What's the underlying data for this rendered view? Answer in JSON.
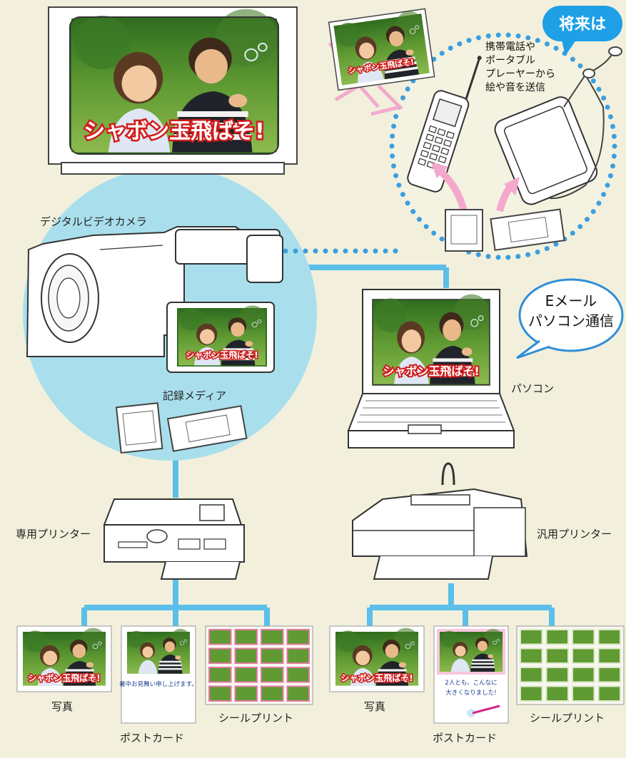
{
  "colors": {
    "background": "#f2f0dc",
    "connector": "#5bbfe9",
    "circle": "#a9dfec",
    "dots": "#3b9fe0",
    "future_bubble": "#1e9fe6",
    "caption_red": "#d01c1c"
  },
  "photo_caption": "シャボン玉飛ばそ!",
  "future": {
    "badge": "将来は",
    "note_lines": [
      "携帯電話や",
      "ポータブル",
      "プレーヤーから",
      "絵や音を送信"
    ]
  },
  "devices": {
    "camera_label": "デジタルビデオカメラ",
    "media_label": "記録メディア",
    "pc_label": "パソコン",
    "email_bubble_lines": [
      "Eメール",
      "パソコン通信"
    ],
    "dedicated_printer_label": "専用プリンター",
    "general_printer_label": "汎用プリンター"
  },
  "outputs": {
    "left": {
      "photo": "写真",
      "postcard": "ポストカード",
      "sticker": "シールプリント",
      "postcard_text": "暑中お見舞い申し上げます。"
    },
    "right": {
      "photo": "写真",
      "postcard": "ポストカード",
      "sticker": "シールプリント",
      "postcard_text_lines": [
        "2人とも、こんなに",
        "大きくなりました!"
      ]
    }
  }
}
